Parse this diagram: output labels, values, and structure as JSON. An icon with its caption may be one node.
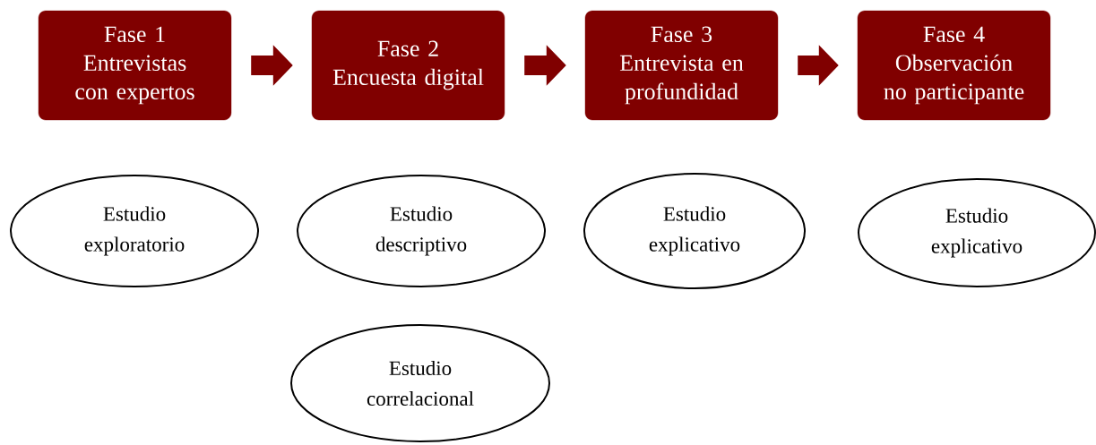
{
  "diagram": {
    "nodes": [
      {
        "text": [
          "Fase 1",
          "Entrevistas con expertos"
        ]
      },
      {
        "text": [
          "Fase 2",
          "Encuesta digital"
        ]
      },
      {
        "text": [
          "Fase 3",
          "Entrevista en profundidad"
        ]
      },
      {
        "text": [
          "Fase 4",
          "Observación no participante"
        ]
      },
      {
        "text": [
          "Estudio exploratorio"
        ]
      },
      {
        "text": [
          "Estudio descriptivo"
        ]
      },
      {
        "text": [
          "Estudio explicativo"
        ]
      },
      {
        "text": [
          "Estudio explicativo"
        ]
      },
      {
        "text": [
          "Estudio correlacional"
        ]
      }
    ],
    "edges": [
      {
        "from": 0,
        "to": 1,
        "arrow": "to"
      },
      {
        "from": 1,
        "to": 2,
        "arrow": "to"
      },
      {
        "from": 2,
        "to": 3,
        "arrow": "to"
      }
    ]
  }
}
